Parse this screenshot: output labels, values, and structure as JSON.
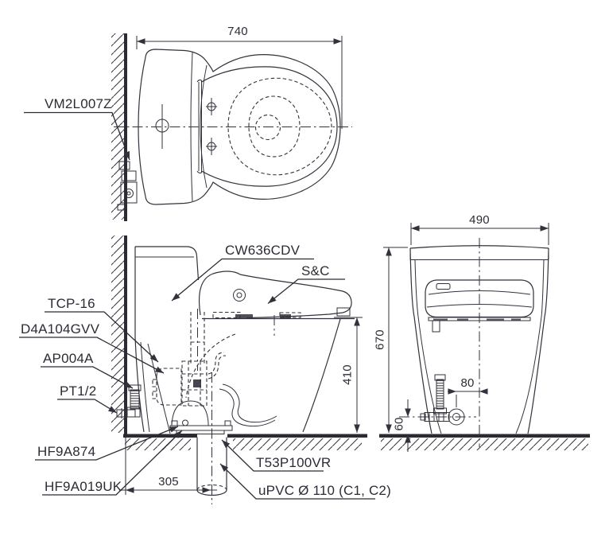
{
  "drawing": {
    "labels": {
      "vm2l007z": "VM2L007Z",
      "cw636cdv": "CW636CDV",
      "sc": "S&C",
      "tcp16": "TCP-16",
      "d4a104gvv": "D4A104GVV",
      "ap004a": "AP004A",
      "pt12": "PT1/2",
      "hf9a874": "HF9A874",
      "hf9a019uk": "HF9A019UK",
      "t53p100vr": "T53P100VR",
      "upvc": "uPVC Ø 110 (C1, C2)"
    },
    "dimensions": {
      "top_width": "740",
      "front_width": "490",
      "total_height": "670",
      "seat_height": "410",
      "rough_in": "305",
      "valve_offset": "80",
      "valve_height": "60"
    },
    "colors": {
      "line": "#31323b",
      "text": "#2b2c35",
      "background": "#ffffff"
    }
  }
}
